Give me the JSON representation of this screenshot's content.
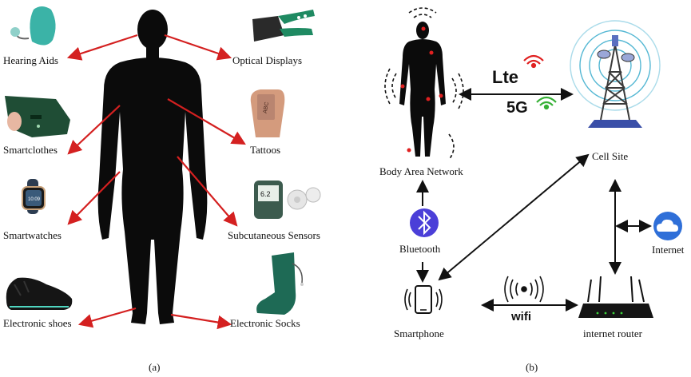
{
  "panel_a": {
    "caption": "(a)",
    "devices": [
      {
        "id": "hearing-aids",
        "label": "Hearing Aids"
      },
      {
        "id": "smartclothes",
        "label": "Smartclothes"
      },
      {
        "id": "smartwatches",
        "label": "Smartwatches"
      },
      {
        "id": "electronic-shoes",
        "label": "Electronic shoes"
      },
      {
        "id": "optical-displays",
        "label": "Optical Displays"
      },
      {
        "id": "tattoos",
        "label": "Tattoos"
      },
      {
        "id": "subcutaneous-sensors",
        "label": "Subcutaneous Sensors"
      },
      {
        "id": "electronic-socks",
        "label": "Electronic Socks"
      }
    ],
    "sensor_reading": "6.2",
    "tattoo_text": "ABC",
    "arrow_color": "#d42020",
    "silhouette_color": "#0b0b0b"
  },
  "panel_b": {
    "caption": "(b)",
    "nodes": {
      "body_area_network": "Body Area Network",
      "bluetooth": "Bluetooth",
      "smartphone": "Smartphone",
      "cell_site": "Cell Site",
      "internet": "Internet",
      "internet_router": "internet router"
    },
    "link_labels": {
      "lte": "Lte",
      "fiveg": "5G",
      "wifi": "wifi"
    },
    "colors": {
      "lte_signal": "#e02020",
      "fiveg_signal": "#35b035",
      "bluetooth_bg": "#4b3fd8",
      "internet_bg": "#2f6fd8",
      "tower_accent": "#2aa6c9"
    }
  }
}
